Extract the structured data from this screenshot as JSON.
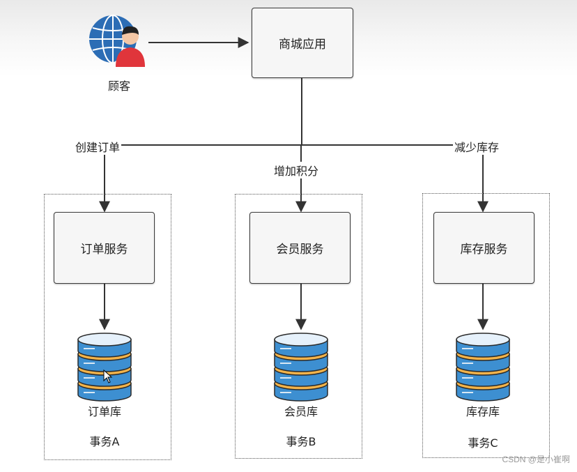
{
  "customer": {
    "label": "顾客",
    "icon": "user-globe-icon"
  },
  "app": {
    "label": "商城应用"
  },
  "actions": {
    "create_order": "创建订单",
    "add_points": "增加积分",
    "reduce_stock": "减少库存"
  },
  "services": [
    {
      "name": "订单服务",
      "db": "订单库",
      "txn": "事务A"
    },
    {
      "name": "会员服务",
      "db": "会员库",
      "txn": "事务B"
    },
    {
      "name": "库存服务",
      "db": "库存库",
      "txn": "事务C"
    }
  ],
  "colors": {
    "db_blue": "#3d8fd1",
    "db_top": "#e6f1fb",
    "db_band": "#f2b34a",
    "globe": "#2c6db5",
    "person_shirt": "#e0353b"
  },
  "watermark": "CSDN @是小崔啊"
}
